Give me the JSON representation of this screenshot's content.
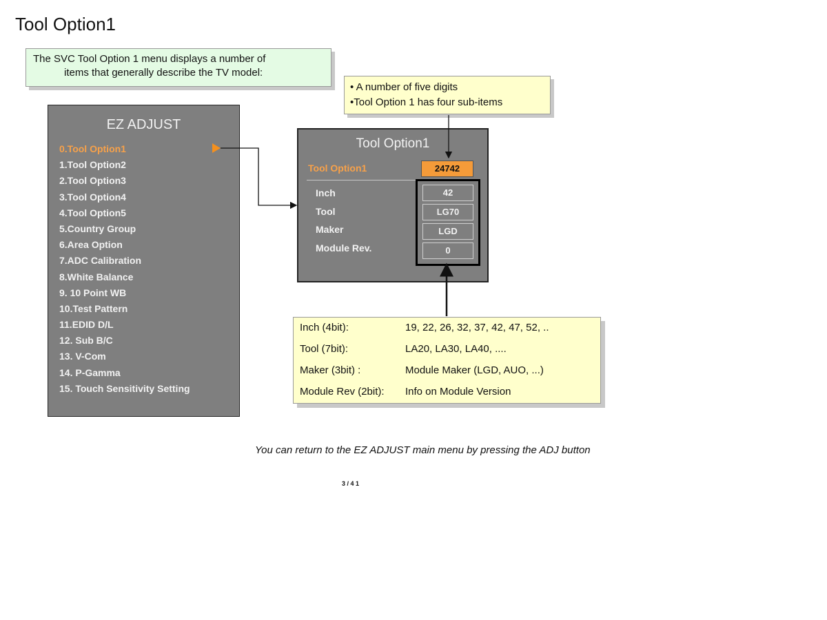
{
  "page": {
    "title": "Tool Option1",
    "intro_lines": [
      "The  SVC Tool Option 1 menu displays a number of",
      "items that generally describe the TV  model:"
    ],
    "note_lines": [
      "• A number of five digits",
      "•Tool Option 1 has  four sub-items"
    ],
    "footer_note": "You  can return to the EZ ADJUST main  menu  by pressing the ADJ button",
    "page_number": "3 / 4 1"
  },
  "ez_menu": {
    "title": "EZ ADJUST",
    "items": [
      "0.Tool Option1",
      "1.Tool Option2",
      "2.Tool Option3",
      "3.Tool Option4",
      "4.Tool Option5",
      "5.Country Group",
      "6.Area  Option",
      "7.ADC Calibration",
      "8.White Balance",
      "9. 10 Point WB",
      "10.Test  Pattern",
      "11.EDID D/L",
      "12. Sub B/C",
      "13. V-Com",
      "14. P-Gamma",
      "15. Touch  Sensitivity  Setting"
    ],
    "selected_index": 0
  },
  "tool_panel": {
    "title": "Tool Option1",
    "top_label": "Tool Option1",
    "top_value": "24742",
    "rows": [
      {
        "label": "Inch",
        "value": "42"
      },
      {
        "label": "Tool",
        "value": "LG70"
      },
      {
        "label": "Maker",
        "value": "LGD"
      },
      {
        "label": "Module Rev.",
        "value": "0"
      }
    ]
  },
  "spec_box": {
    "rows": [
      {
        "key": "Inch (4bit):",
        "value": "19,  22,  26,  32,  37,  42,  47,  52,  .."
      },
      {
        "key": "Tool  (7bit):",
        "value": "LA20,  LA30,  LA40,  ...."
      },
      {
        "key": "Maker  (3bit) :",
        "value": "Module  Maker  (LGD,  AUO,  ...)"
      },
      {
        "key": "Module  Rev (2bit):",
        "value": "Info on Module  Version"
      }
    ]
  },
  "colors": {
    "menu_bg": "#7f7f7f",
    "highlight_orange": "#f59b39",
    "intro_bg": "#e4fbe4",
    "note_bg": "#ffffcc"
  }
}
